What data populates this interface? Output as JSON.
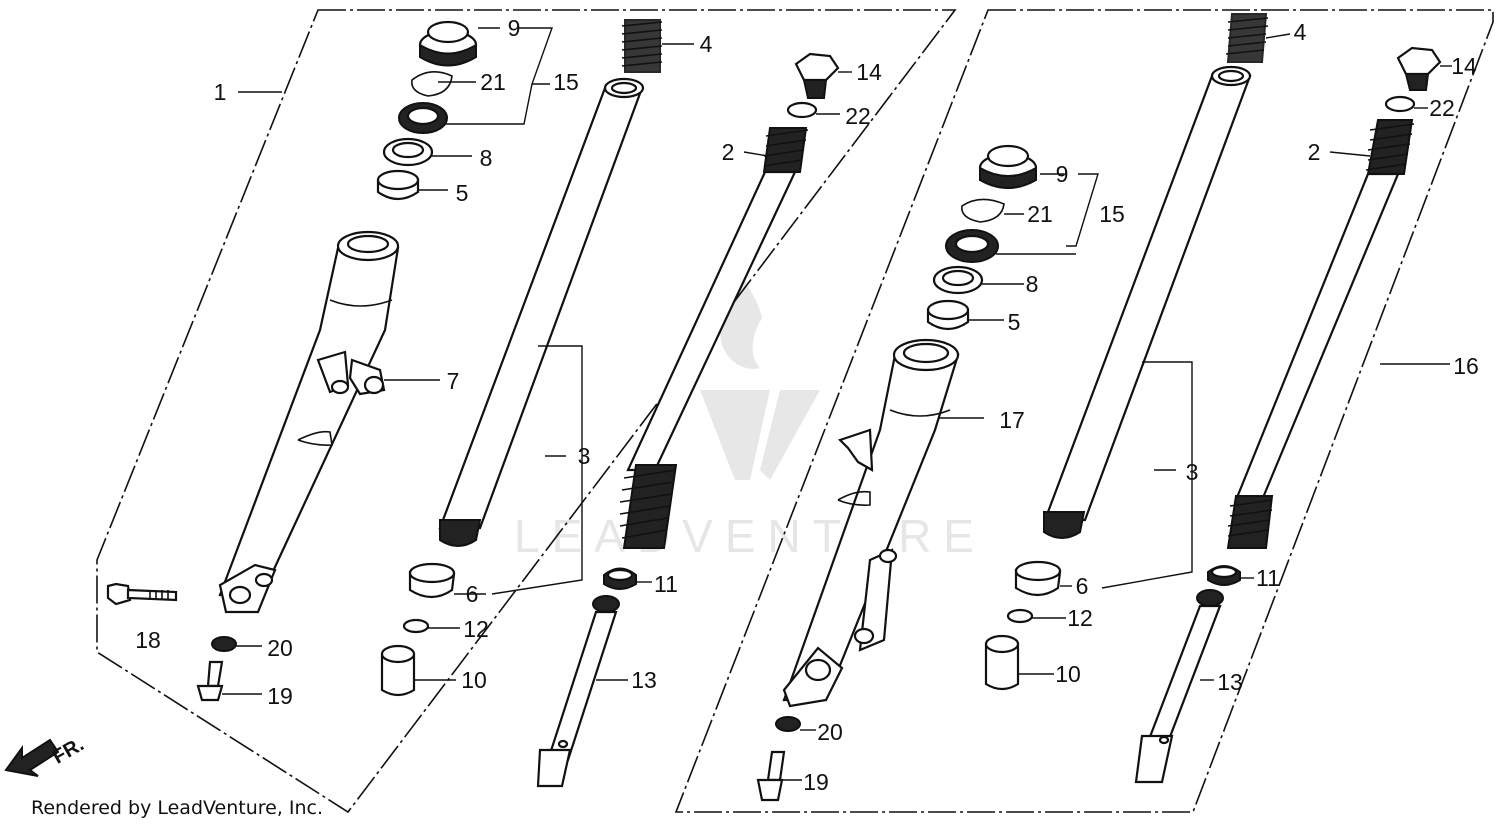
{
  "footer": "Rendered by LeadVenture, Inc.",
  "watermark": "LEADVENTURE",
  "direction_label": "FR.",
  "left_callouts": [
    "1",
    "2",
    "3",
    "4",
    "5",
    "6",
    "7",
    "8",
    "9",
    "10",
    "11",
    "12",
    "13",
    "14",
    "15",
    "18",
    "19",
    "20",
    "21",
    "22"
  ],
  "right_callouts": [
    "2",
    "3",
    "4",
    "5",
    "6",
    "8",
    "9",
    "10",
    "11",
    "12",
    "13",
    "14",
    "15",
    "16",
    "17",
    "19",
    "20",
    "21",
    "22"
  ]
}
